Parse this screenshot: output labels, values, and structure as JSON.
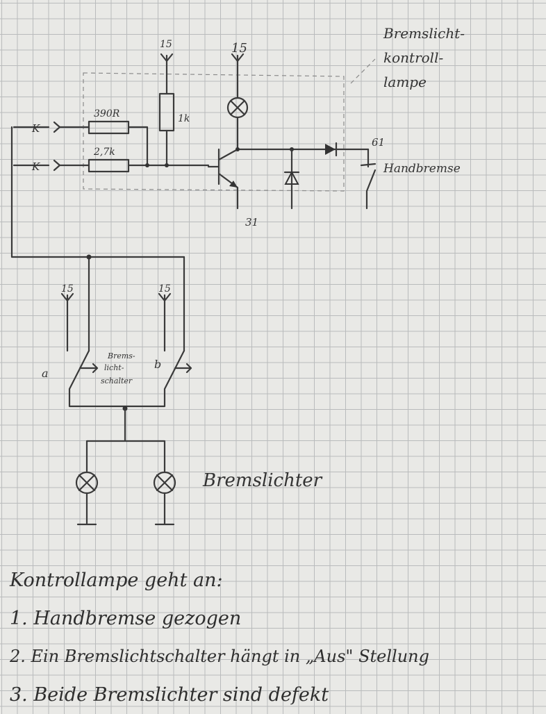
{
  "labels": {
    "supply_1k": "15",
    "supply_lamp": "15",
    "control_lamp": [
      "Bremslicht-",
      "kontroll-",
      "lampe"
    ],
    "r1": "390R",
    "r2": "2,7k",
    "r3": "1k",
    "terminal_k1": "K",
    "terminal_k2": "K",
    "terminal_61": "61",
    "handbrake": "Handbremse",
    "ground_31": "31",
    "supply_a": "15",
    "supply_b": "15",
    "switch_a": "a",
    "switch_b": "b",
    "switch_label": [
      "Brems-",
      "licht-",
      "schalter"
    ],
    "brake_lights": "Bremslichter"
  },
  "notes": {
    "title": "Kontrollampe geht an:",
    "items": [
      "1. Handbremse gezogen",
      "2. Ein Bremslichtschalter hängt in „Aus\" Stellung",
      "3. Beide Bremslichter sind defekt"
    ]
  }
}
